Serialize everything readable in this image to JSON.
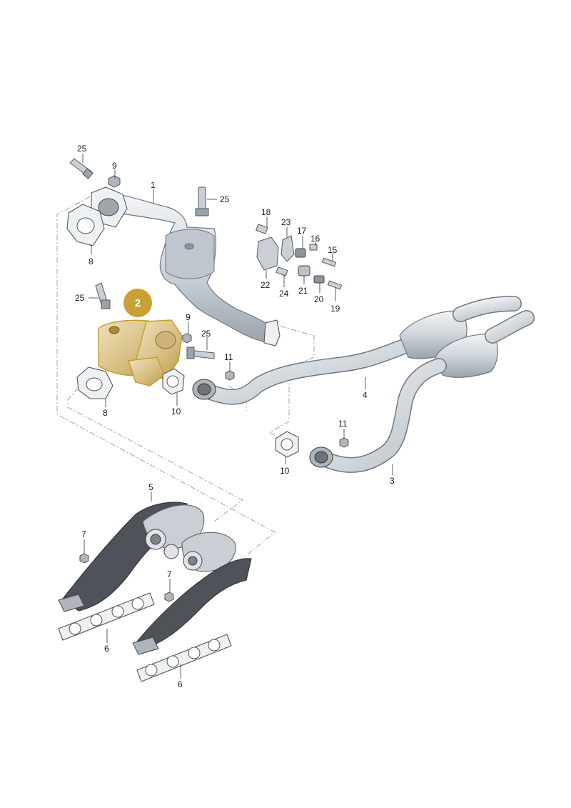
{
  "highlight_badge": {
    "label": "2",
    "color": "#c8a033"
  },
  "colors": {
    "metal": "#d2d7dc",
    "highlight": "#d8c189",
    "heat_shield": "#4d5359",
    "dashed_line": "#9a9a9a"
  },
  "callouts": {
    "c25a": "25",
    "c9a": "9",
    "c1": "1",
    "c25b": "25",
    "c8a": "8",
    "c18": "18",
    "c23": "23",
    "c17": "17",
    "c16": "16",
    "c15": "15",
    "c22": "22",
    "c24": "24",
    "c21": "21",
    "c20": "20",
    "c19": "19",
    "c25c": "25",
    "c9b": "9",
    "c25d": "25",
    "c11a": "11",
    "c8b": "8",
    "c10a": "10",
    "c4": "4",
    "c11b": "11",
    "c10b": "10",
    "c3": "3",
    "c5": "5",
    "c7a": "7",
    "c7b": "7",
    "c6a": "6",
    "c6b": "6"
  }
}
